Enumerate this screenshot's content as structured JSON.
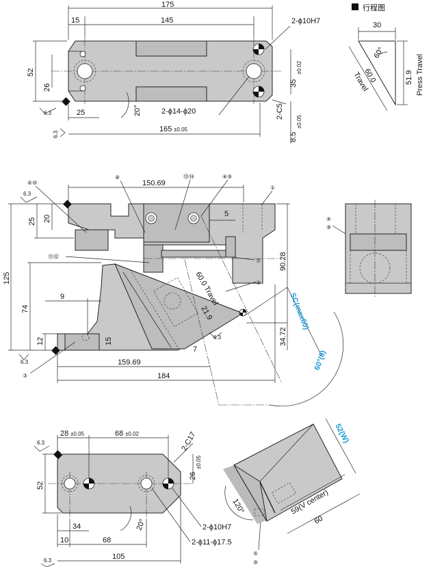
{
  "legend": {
    "title": "行程图"
  },
  "stroke_diagram": {
    "width": "30",
    "angle": "60°",
    "travel": "60.0",
    "travel_label": "Travel",
    "press": "51.9",
    "press_label": "Press Travel"
  },
  "top_view": {
    "overall": "175",
    "left_offset": "15",
    "hole_pitch": "145",
    "holes_top": "2-ϕ10H7",
    "height": "52",
    "inner": "26",
    "left_25": "25",
    "angle": "20°",
    "holes_bottom": "2-ϕ14-ϕ20",
    "total_165": "165",
    "tol_165": "±0.05",
    "chamfer": "2-C5",
    "right_35": "35",
    "tol_35": "±0.02",
    "right_85": "8.5",
    "tol_85": "±0.05",
    "rough": "6.3"
  },
  "front_view": {
    "w_15069": "150.69",
    "h_125": "125",
    "h_25": "25",
    "h_20": "20",
    "w_5": "5",
    "h_9028": "90.28",
    "h_74": "74",
    "w_9": "9",
    "h_12": "12",
    "h_15": "15",
    "travel": "60.0 Travel",
    "d_219": "21.9",
    "h_3472": "34.72",
    "d_7": "7",
    "w_15969": "159.69",
    "w_184": "184",
    "sc": "SC(max60)",
    "angle": "60°(θ)",
    "rough": "6.3"
  },
  "balloons": {
    "b1": "①",
    "b2": "②",
    "b3": "③",
    "b7": "⑦",
    "b8": "⑧",
    "b610": "⑥⑩",
    "b1314": "⑬⑭",
    "b49": "④⑨",
    "b1112": "⑪⑫",
    "b4": "④",
    "b9": "⑨",
    "b5": "⑤",
    "b9b": "⑨"
  },
  "bottom_view": {
    "d_28": "28",
    "tol_28": "±0.05",
    "d_68": "68",
    "tol_68": "±0.02",
    "chamfer": "2-C17",
    "h_52": "52",
    "h_26": "26",
    "tol_26": "±0.05",
    "w_34": "34",
    "angle": "20°",
    "holes_1": "2-ϕ10H7",
    "w_10": "10",
    "w_68b": "68",
    "holes_2": "2-ϕ11-ϕ17.5",
    "w_105": "105",
    "rough": "6.3"
  },
  "iso_view": {
    "w": "52(W)",
    "angle": "120°",
    "v_center": "59(V center)",
    "len": "60"
  }
}
